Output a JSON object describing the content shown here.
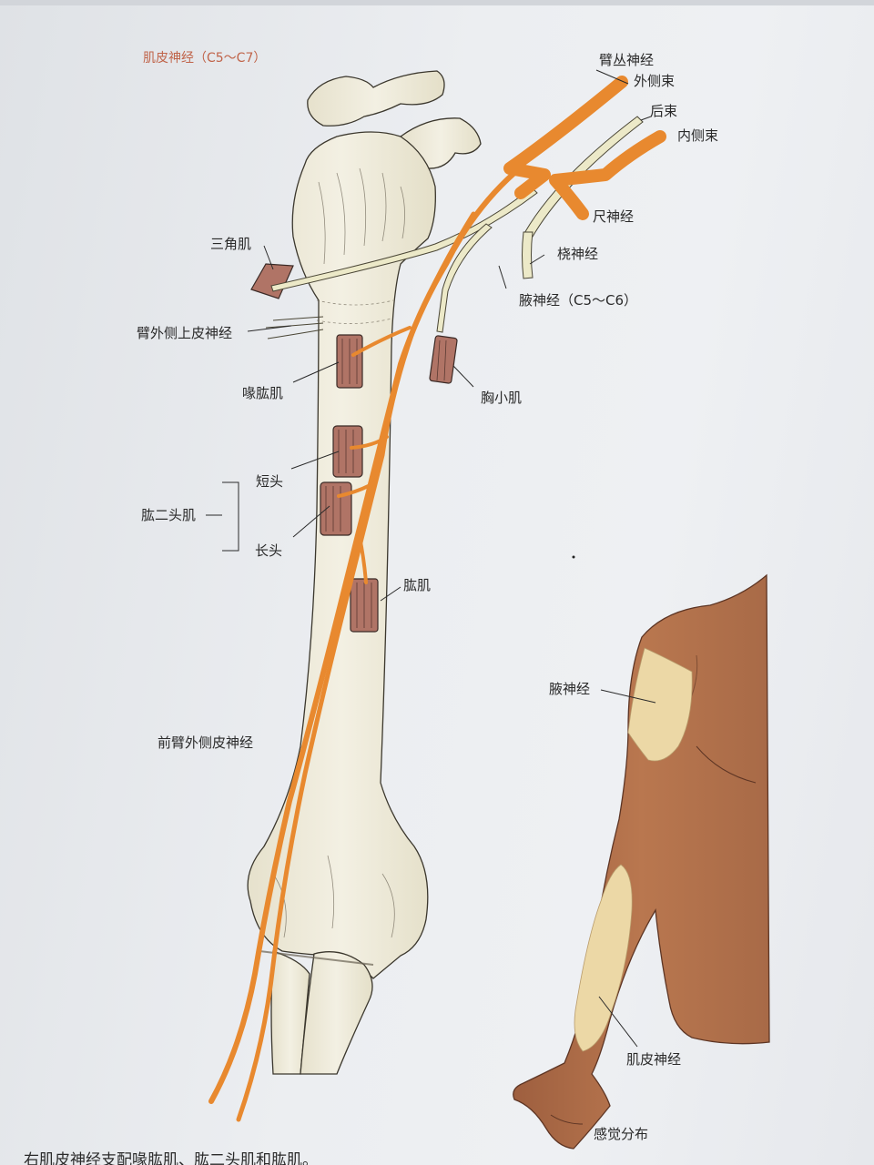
{
  "figure": {
    "title": "肌皮神经（C5～C7）",
    "caption": "右肌皮神经支配喙肱肌、肱二头肌和肱肌。"
  },
  "labels": {
    "brachial_plexus": "臂丛神经",
    "lateral_cord": "外侧束",
    "posterior_cord": "后束",
    "medial_cord": "内侧束",
    "ulnar_nerve": "尺神经",
    "radial_nerve": "桡神经",
    "axillary_nerve": "腋神经（C5～C6）",
    "deltoid": "三角肌",
    "superior_lateral_cutaneous": "臂外侧上皮神经",
    "coracobrachialis": "喙肱肌",
    "pectoralis_minor": "胸小肌",
    "short_head": "短头",
    "biceps": "肱二头肌",
    "long_head": "长头",
    "brachialis": "肱肌",
    "lateral_antebrachial_cutaneous": "前臂外侧皮神经"
  },
  "inset": {
    "axillary_label": "腋神经",
    "musculocutaneous_label": "肌皮神经",
    "sensory_label": "感觉分布"
  },
  "colors": {
    "nerve": "#e8892f",
    "other_nerve": "#ece9c8",
    "bone": "#f1eede",
    "muscle": "#b07466",
    "skin": "#b5724e",
    "sensory_area": "#ecd8a6",
    "title": "#c0644a"
  }
}
